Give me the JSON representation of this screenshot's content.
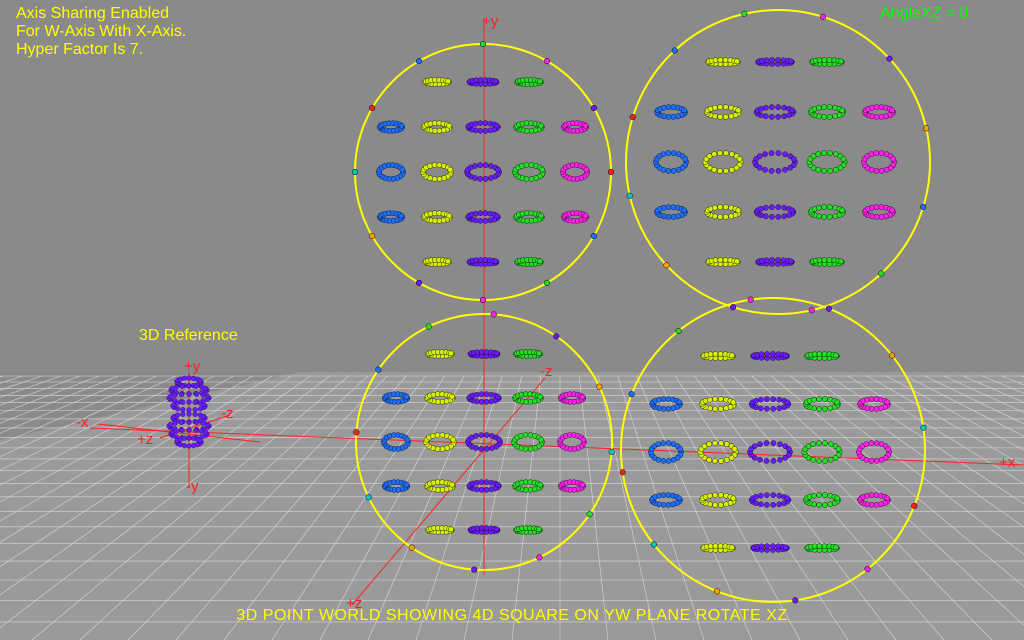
{
  "info": {
    "line1": "Axis Sharing Enabled",
    "line2": "For W-Axis With X-Axis.",
    "line3": "Hyper Factor Is 7."
  },
  "angle_label": "AngleXZ = 0",
  "reference": {
    "title": "3D Reference",
    "axes": {
      "plus_y": "+y",
      "minus_y": "-y",
      "minus_x": "-x",
      "plus_z": "+z",
      "minus_z": "-z"
    }
  },
  "world_axes": {
    "plus_y": "+y",
    "minus_z": "-z",
    "plus_x": "+x",
    "plus_z": "+z"
  },
  "caption": "3D POINT WORLD SHOWING 4D SQUARE ON YW PLANE ROTATE XZ",
  "colors": {
    "background": "#8a8a8a",
    "grid": "#d8d8d8",
    "axis": "#ff2020",
    "sphere": "#ffff00",
    "hud_text": "#ffff00",
    "angle_text": "#00ff00",
    "ring_blue": "#1f6fff",
    "ring_yellow": "#d8f000",
    "ring_purple": "#6a1cff",
    "ring_green": "#22e022",
    "ring_magenta": "#ff22ee"
  }
}
